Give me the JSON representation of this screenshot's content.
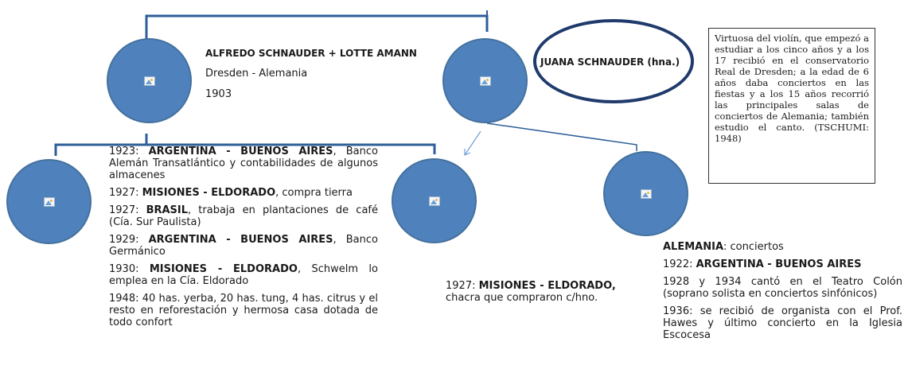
{
  "colors": {
    "circle": "#4f81bd",
    "connector": "#2e5e99",
    "oval_border": "#1f3a6b"
  },
  "icons": {
    "circle_placeholder": "image-placeholder-icon"
  },
  "parents": {
    "name": "ALFREDO SCHNAUDER + LOTTE AMANN",
    "place": "Dresden - Alemania",
    "year": "1903"
  },
  "sister": {
    "name": "JUANA SCHNAUDER (hna.)"
  },
  "note": "Virtuosa del violín, que empezó a estudiar a los cinco años y a los 17 recibió en el conservatorio Real de Dresden; a la edad de 6 años daba conciertos en las fiestas y a los 15 años recorrió las principales salas de conciertos de Alemania; también estudio el canto. (TSCHUMI: 1948)",
  "child1": {
    "events": [
      {
        "lead": "1923: ",
        "bold": "ARGENTINA - BUENOS AIRES",
        "rest": ", Banco Alemán Transatlántico y contabilidades de algunos almacenes"
      },
      {
        "lead": "1927: ",
        "bold": "MISIONES - ELDORADO",
        "rest": ", compra tierra"
      },
      {
        "lead": "1927: ",
        "bold": "BRASIL",
        "rest": ", trabaja en plantaciones de café (Cía. Sur Paulista)"
      },
      {
        "lead": "1929: ",
        "bold": "ARGENTINA - BUENOS AIRES",
        "rest": ", Banco Germánico"
      },
      {
        "lead": "1930: ",
        "bold": "MISIONES - ELDORADO",
        "rest": ", Schwelm lo emplea en la Cía. Eldorado"
      },
      {
        "lead": "",
        "bold": "",
        "rest": "1948: 40 has. yerba, 20 has. tung, 4 has. citrus y el resto en  reforestación y hermosa casa dotada de todo confort"
      }
    ]
  },
  "child2": {
    "lead": "1927: ",
    "bold": "MISIONES - ELDORADO,",
    "rest": "chacra que compraron c/hno."
  },
  "child3": {
    "events": [
      {
        "lead": "",
        "bold": "ALEMANIA",
        "rest": ": conciertos"
      },
      {
        "lead": "1922: ",
        "bold": "ARGENTINA - BUENOS AIRES",
        "rest": ""
      },
      {
        "lead": "",
        "bold": "",
        "rest": "1928 y 1934 cantó en el Teatro Colón (soprano solista en conciertos sinfónicos)"
      },
      {
        "lead": "",
        "bold": "",
        "rest": "1936: se recibió de organista con el Prof. Hawes y último concierto en la Iglesia Escocesa"
      }
    ]
  }
}
